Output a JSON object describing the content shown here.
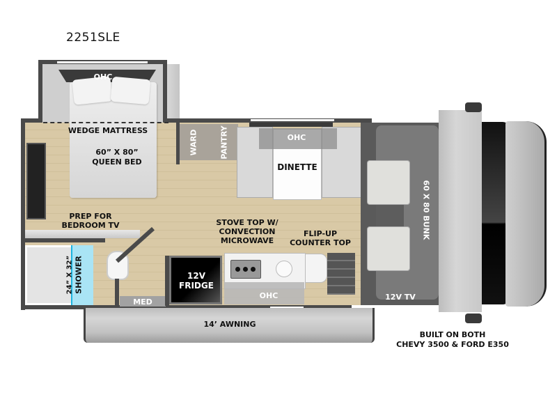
{
  "model": "2251SLE",
  "labels": {
    "ohc_bedroom": "OHC",
    "wedge_mattress": "WEDGE MATTRESS",
    "queen_bed_size": "60” X 80”",
    "queen_bed": "QUEEN BED",
    "ward": "WARD",
    "pantry": "PANTRY",
    "ohc_dinette": "OHC",
    "dinette": "DINETTE",
    "bunk": "60 X 80 BUNK",
    "prep_tv_line1": "PREP FOR",
    "prep_tv_line2": "BEDROOM TV",
    "stove_line1": "STOVE TOP W/",
    "stove_line2": "CONVECTION",
    "stove_line3": "MICROWAVE",
    "flip_line1": "FLIP-UP",
    "flip_line2": "COUNTER TOP",
    "shower_size": "24” X 32”",
    "shower": "SHOWER",
    "fridge_line1": "12V",
    "fridge_line2": "FRIDGE",
    "med": "MED",
    "ohc_kitchen": "OHC",
    "tv_cab": "12V TV",
    "awning": "14’ AWNING",
    "chassis_line1": "BUILT ON BOTH",
    "chassis_line2": "CHEVY 3500 & FORD E350"
  },
  "colors": {
    "wall": "#4a4a4a",
    "floor": "#d9c9a6",
    "shower_glass": "#a9e4f5",
    "bunk": "#7a7a7a",
    "cab": "#c8c8c8"
  }
}
